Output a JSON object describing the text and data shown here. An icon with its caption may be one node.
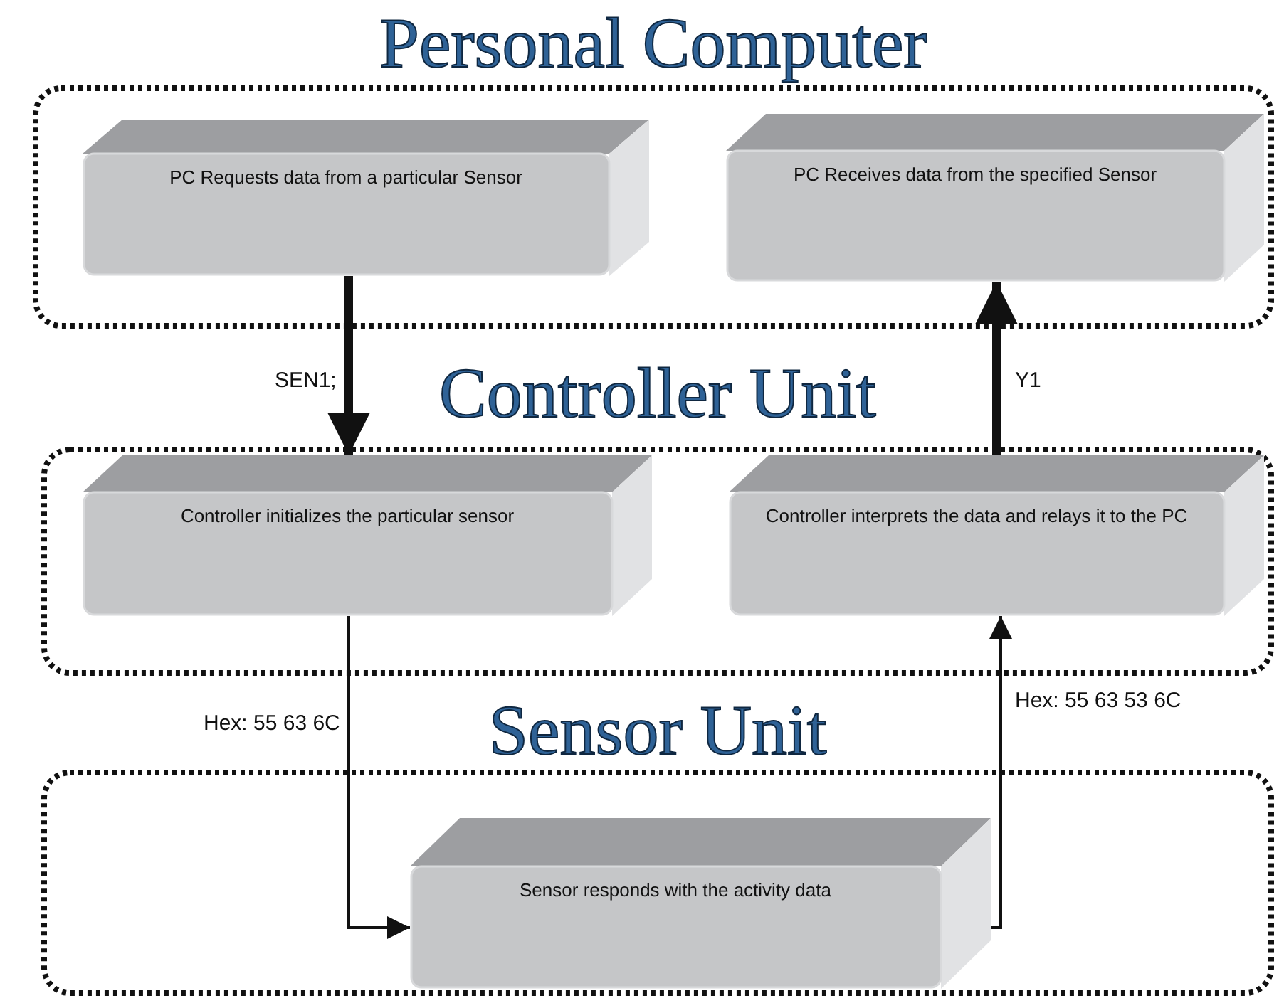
{
  "diagram": {
    "nodes": [
      {
        "text": [
          "Personal Computer"
        ]
      },
      {
        "text": [
          "PC Requests data from a particular Sensor"
        ],
        "in": 0
      },
      {
        "text": [
          "PC Receives data from the specified Sensor"
        ],
        "in": 0
      },
      {
        "text": [
          "Controller Unit"
        ]
      },
      {
        "text": [
          "Controller initializes the particular sensor"
        ],
        "in": 3
      },
      {
        "text": [
          "Controller interprets the data and relays it to the PC"
        ],
        "in": 3
      },
      {
        "text": [
          "Sensor Unit"
        ]
      },
      {
        "text": [
          "Sensor responds with the activity data"
        ],
        "in": 6
      }
    ],
    "edges": [
      {
        "from": 1,
        "to": 4,
        "arrow": "to",
        "label": "SEN1;",
        "style": "thick"
      },
      {
        "from": 5,
        "to": 2,
        "arrow": "to",
        "label": "Y1",
        "style": "thick"
      },
      {
        "from": 4,
        "to": 7,
        "arrow": "to",
        "label": "Hex: 55 63 6C"
      },
      {
        "from": 7,
        "to": 5,
        "arrow": "to",
        "label": "Hex: 55 63 53 6C"
      }
    ]
  }
}
